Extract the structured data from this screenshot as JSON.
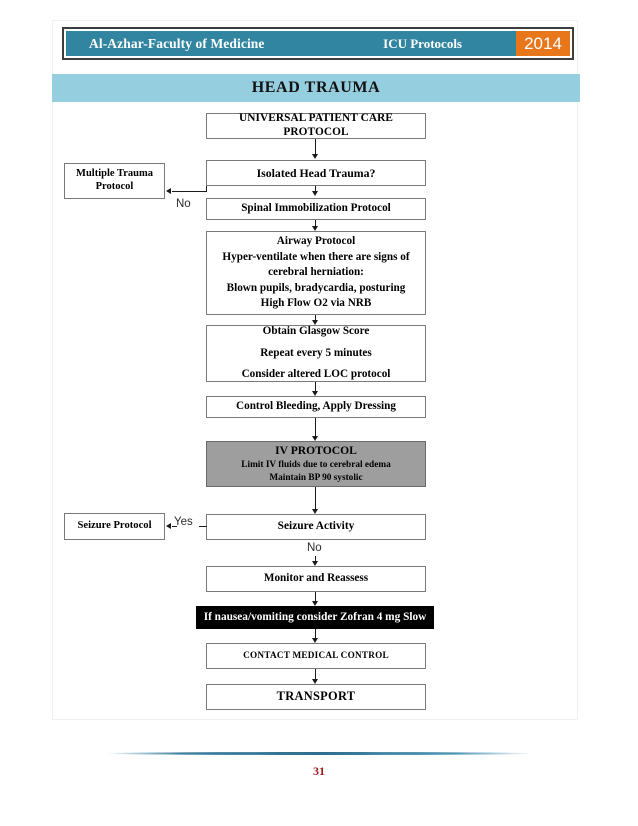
{
  "header": {
    "title": "Al-Azhar-Faculty of Medicine",
    "subtitle": "ICU Protocols",
    "year": "2014",
    "bar_color": "#3285a0",
    "year_color": "#e8761b"
  },
  "section": {
    "title": "HEAD TRAUMA",
    "band_color": "#95cede"
  },
  "flowchart": {
    "type": "flowchart",
    "nodes": {
      "universal": "UNIVERSAL PATIENT CARE PROTOCOL",
      "isolated": "Isolated Head Trauma?",
      "multiple_trauma_line1": "Multiple Trauma",
      "multiple_trauma_line2": "Protocol",
      "spinal": "Spinal Immobilization Protocol",
      "airway_line1": "Airway Protocol",
      "airway_line2": "Hyper-ventilate when there are signs of",
      "airway_line3": "cerebral herniation:",
      "airway_line4": "Blown pupils, bradycardia, posturing",
      "airway_line5": "High Flow O2 via NRB",
      "glasgow_line1": "Obtain Glasgow Score",
      "glasgow_line2": "Repeat every 5 minutes",
      "glasgow_line3": "Consider altered LOC protocol",
      "control_bleeding": "Control Bleeding, Apply Dressing",
      "iv_title": "IV PROTOCOL",
      "iv_line2": "Limit IV fluids due to cerebral edema",
      "iv_line3": "Maintain BP 90 systolic",
      "seizure_activity": "Seizure Activity",
      "seizure_protocol": "Seizure Protocol",
      "monitor": "Monitor and Reassess",
      "zofran": "If nausea/vomiting consider Zofran 4 mg Slow",
      "contact": "CONTACT MEDICAL CONTROL",
      "transport": "TRANSPORT"
    },
    "edge_labels": {
      "no_multiple_trauma": "No",
      "yes_seizure": "Yes",
      "no_seizure": "No"
    },
    "colors": {
      "iv_box": "#9e9e9e",
      "zofran_box": "#000000",
      "node_border": "#7a7a7a"
    }
  },
  "footer": {
    "page_number": "31",
    "rule_color": "#2d6e90",
    "page_number_color": "#9e1b1b"
  }
}
